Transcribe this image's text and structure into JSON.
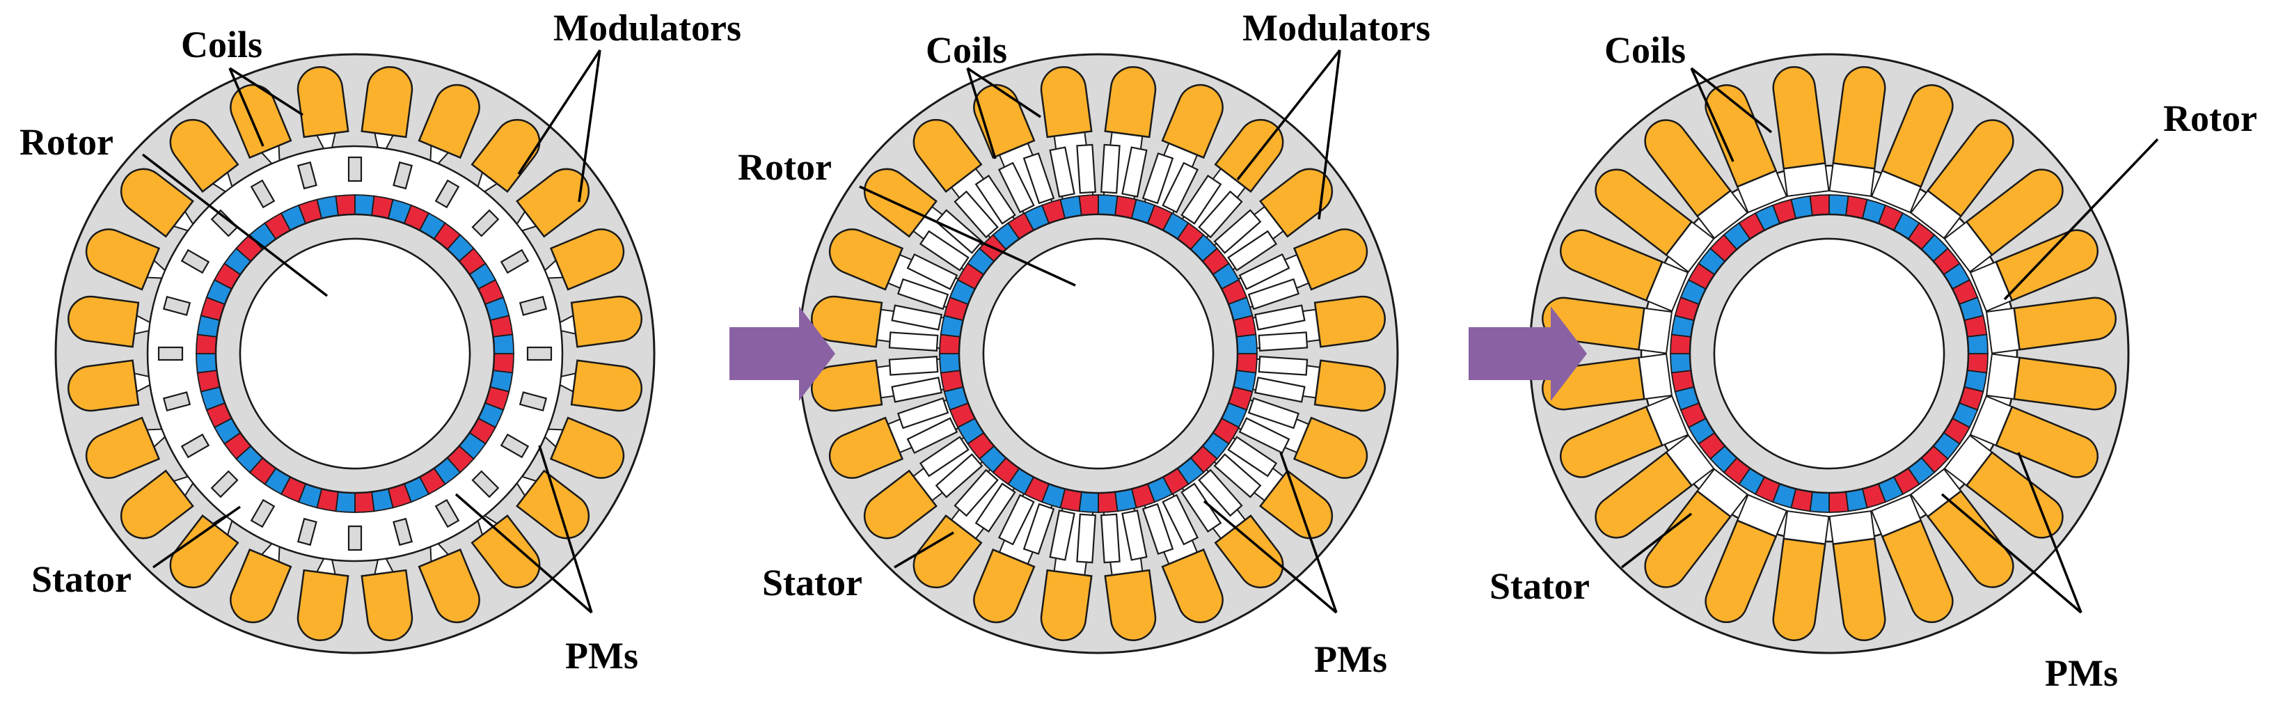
{
  "labels": {
    "coils": "Coils",
    "modulators": "Modulators",
    "rotor": "Rotor",
    "stator": "Stator",
    "pms": "PMs"
  },
  "colors": {
    "stator": "#dadada",
    "coil": "#fbb12b",
    "magnet_red": "#e8283a",
    "magnet_blue": "#1f8fe0",
    "gap": "#ffffff",
    "arrow": "#8a62a4",
    "outline": "#1a1a1a"
  },
  "machines": [
    {
      "slots": 24,
      "pm_pairs": 26,
      "coil_shape": "round-slot",
      "modulators": "separate-pieces"
    },
    {
      "slots": 24,
      "pm_pairs": 26,
      "coil_shape": "round-slot",
      "modulators": "split-teeth"
    },
    {
      "slots": 24,
      "pm_pairs": 26,
      "coil_shape": "open-slot",
      "modulators": "none"
    }
  ]
}
